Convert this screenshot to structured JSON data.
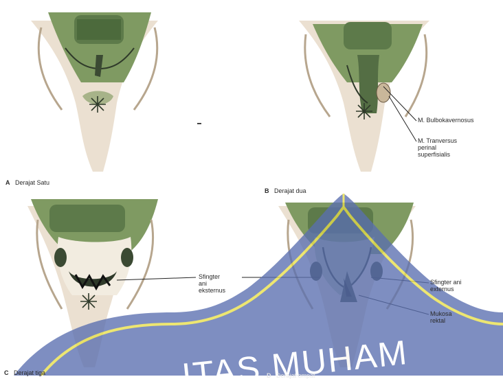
{
  "panels": [
    {
      "letter": "A",
      "caption": "Derajat Satu"
    },
    {
      "letter": "B",
      "caption": "Derajat dua"
    },
    {
      "letter": "C",
      "caption": "Derajat tiga"
    },
    {
      "letter": "D",
      "caption": "Derajat empat"
    }
  ],
  "labels": {
    "bulbocavernosus": "M. Bulbokavernosus",
    "transversus": "M. Tranversus\nperinal\nsuperfisialis",
    "sfingter_c": "Sfingter\nani\neksternus",
    "sfingter_d": "Sfingter ani\nexternus",
    "mukosa": "Mukosa\nrektal"
  },
  "watermark": {
    "text": "UNIVERSITAS MUHAMMADIYAH",
    "visible_text": "ITAS MUHAM",
    "outline_color": "#e8e04a",
    "fill_color": "#5a6fb0"
  },
  "colors": {
    "tissue_green": "#7f9a62",
    "skin": "#e9dccb",
    "dark": "#2f3a2a",
    "wound": "#3b4a33"
  }
}
